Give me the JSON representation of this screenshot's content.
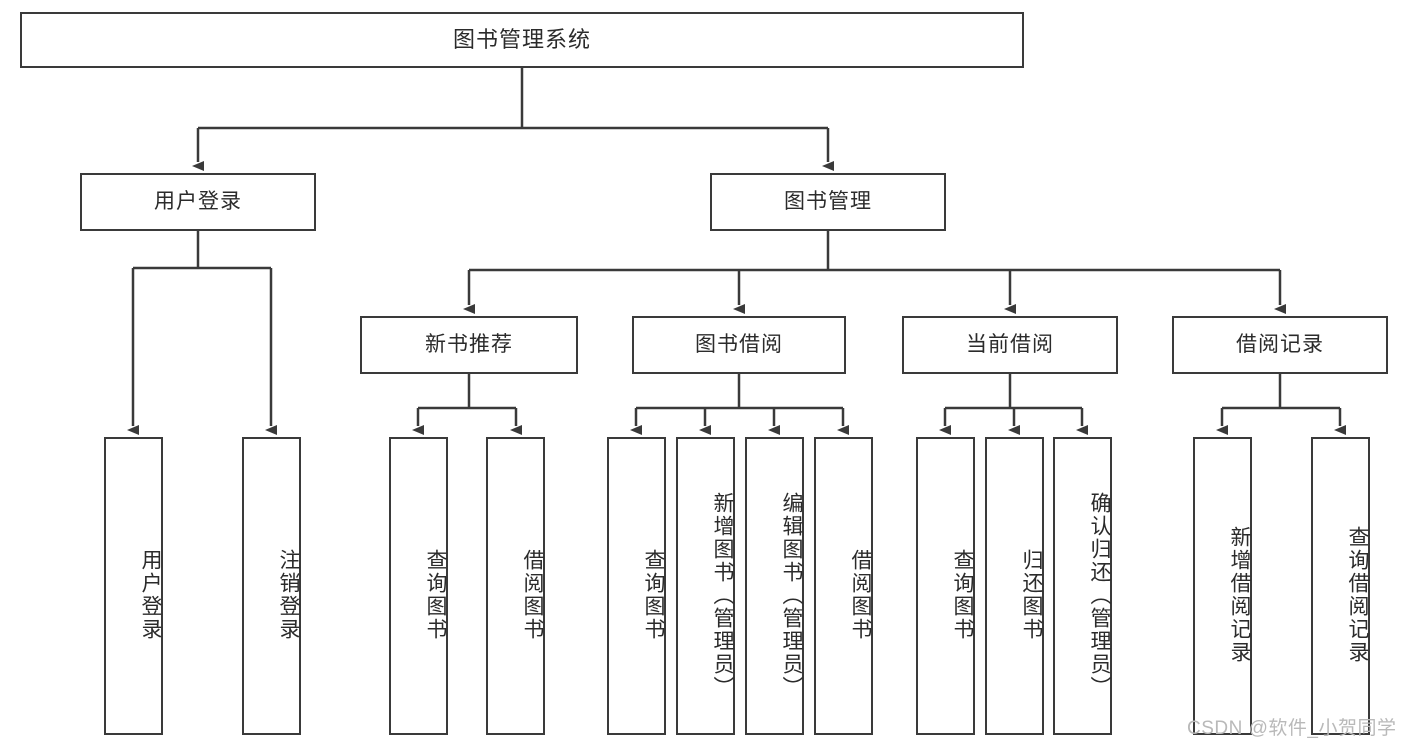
{
  "diagram": {
    "type": "hierarchy-tree",
    "title": "图书管理系统",
    "watermark": "CSDN @软件_小贺同学",
    "colors": {
      "box_border": "#3a3a3a",
      "box_fill": "#ffffff",
      "connector": "#3a3a3a",
      "text": "#2b2b2b",
      "watermark": "#b9b9b9"
    },
    "nodes": {
      "root": {
        "label": "图书管理系统",
        "level": 1
      },
      "l2": [
        {
          "id": "user-login",
          "label": "用户登录",
          "level": 2
        },
        {
          "id": "book-management",
          "label": "图书管理",
          "level": 2
        }
      ],
      "l3": [
        {
          "id": "new-book-recommend",
          "label": "新书推荐",
          "level": 3
        },
        {
          "id": "book-borrow",
          "label": "图书借阅",
          "level": 3
        },
        {
          "id": "current-borrow",
          "label": "当前借阅",
          "level": 3
        },
        {
          "id": "borrow-record",
          "label": "借阅记录",
          "level": 3
        }
      ],
      "leaves": [
        {
          "id": "leaf-user-login",
          "label": "用户登录",
          "parent": "user-login"
        },
        {
          "id": "leaf-logout-login",
          "label": "注销登录",
          "parent": "user-login"
        },
        {
          "id": "leaf-query-book-1",
          "label": "查询图书",
          "parent": "new-book-recommend"
        },
        {
          "id": "leaf-borrow-book-1",
          "label": "借阅图书",
          "parent": "new-book-recommend"
        },
        {
          "id": "leaf-query-book-2",
          "label": "查询图书",
          "parent": "book-borrow"
        },
        {
          "id": "leaf-add-book",
          "label": "新增图书（管理员）",
          "parent": "book-borrow"
        },
        {
          "id": "leaf-edit-book",
          "label": "编辑图书（管理员）",
          "parent": "book-borrow"
        },
        {
          "id": "leaf-borrow-book-2",
          "label": "借阅图书",
          "parent": "book-borrow"
        },
        {
          "id": "leaf-query-book-3",
          "label": "查询图书",
          "parent": "current-borrow"
        },
        {
          "id": "leaf-return-book",
          "label": "归还图书",
          "parent": "current-borrow"
        },
        {
          "id": "leaf-confirm-return",
          "label": "确认归还（管理员）",
          "parent": "current-borrow"
        },
        {
          "id": "leaf-add-record",
          "label": "新增借阅记录",
          "parent": "borrow-record"
        },
        {
          "id": "leaf-query-record",
          "label": "查询借阅记录",
          "parent": "borrow-record"
        }
      ]
    }
  }
}
